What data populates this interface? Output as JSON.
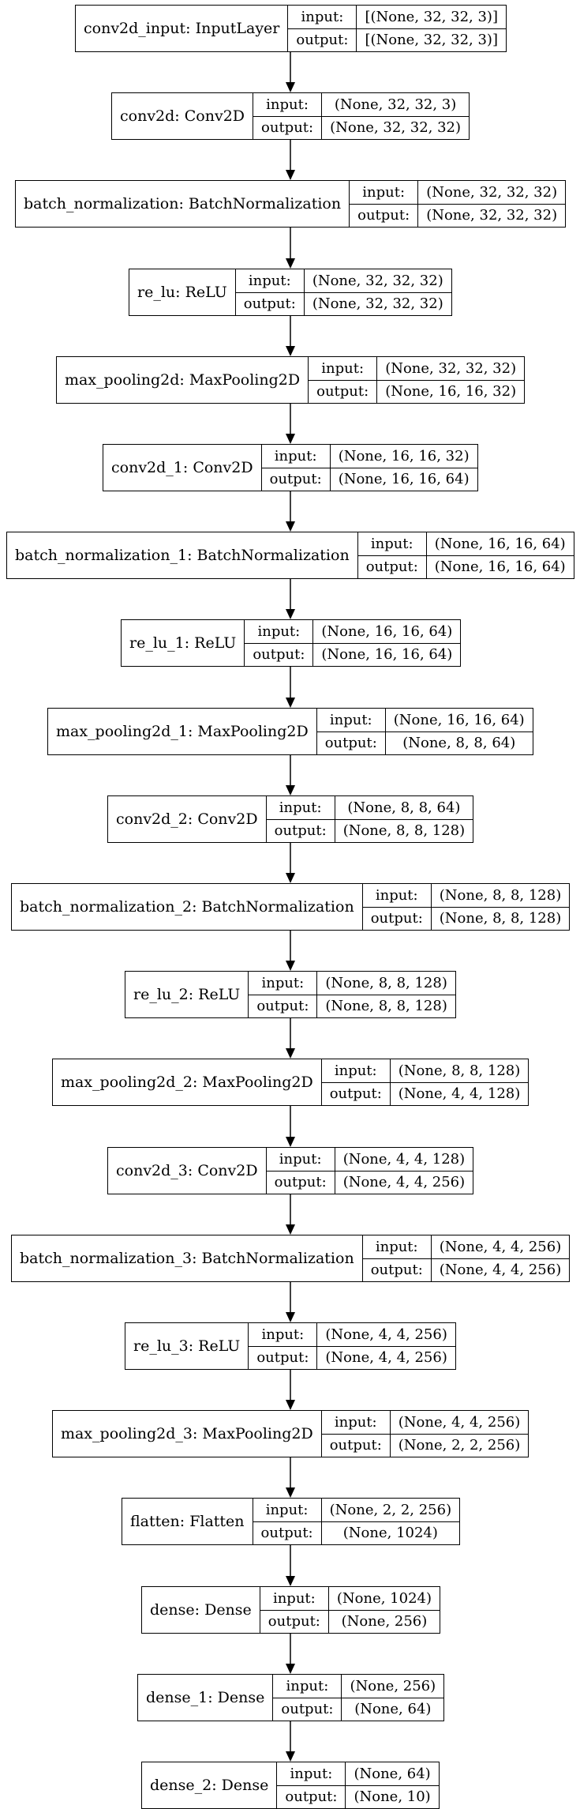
{
  "layers": [
    {
      "name": "conv2d_input: InputLayer",
      "input_label": "input:",
      "output_label": "output:",
      "input": "[(None, 32, 32, 3)]",
      "output": "[(None, 32, 32, 3)]"
    },
    {
      "name": "conv2d: Conv2D",
      "input_label": "input:",
      "output_label": "output:",
      "input": "(None, 32, 32, 3)",
      "output": "(None, 32, 32, 32)"
    },
    {
      "name": "batch_normalization: BatchNormalization",
      "input_label": "input:",
      "output_label": "output:",
      "input": "(None, 32, 32, 32)",
      "output": "(None, 32, 32, 32)"
    },
    {
      "name": "re_lu: ReLU",
      "input_label": "input:",
      "output_label": "output:",
      "input": "(None, 32, 32, 32)",
      "output": "(None, 32, 32, 32)"
    },
    {
      "name": "max_pooling2d: MaxPooling2D",
      "input_label": "input:",
      "output_label": "output:",
      "input": "(None, 32, 32, 32)",
      "output": "(None, 16, 16, 32)"
    },
    {
      "name": "conv2d_1: Conv2D",
      "input_label": "input:",
      "output_label": "output:",
      "input": "(None, 16, 16, 32)",
      "output": "(None, 16, 16, 64)"
    },
    {
      "name": "batch_normalization_1: BatchNormalization",
      "input_label": "input:",
      "output_label": "output:",
      "input": "(None, 16, 16, 64)",
      "output": "(None, 16, 16, 64)"
    },
    {
      "name": "re_lu_1: ReLU",
      "input_label": "input:",
      "output_label": "output:",
      "input": "(None, 16, 16, 64)",
      "output": "(None, 16, 16, 64)"
    },
    {
      "name": "max_pooling2d_1: MaxPooling2D",
      "input_label": "input:",
      "output_label": "output:",
      "input": "(None, 16, 16, 64)",
      "output": "(None, 8, 8, 64)"
    },
    {
      "name": "conv2d_2: Conv2D",
      "input_label": "input:",
      "output_label": "output:",
      "input": "(None, 8, 8, 64)",
      "output": "(None, 8, 8, 128)"
    },
    {
      "name": "batch_normalization_2: BatchNormalization",
      "input_label": "input:",
      "output_label": "output:",
      "input": "(None, 8, 8, 128)",
      "output": "(None, 8, 8, 128)"
    },
    {
      "name": "re_lu_2: ReLU",
      "input_label": "input:",
      "output_label": "output:",
      "input": "(None, 8, 8, 128)",
      "output": "(None, 8, 8, 128)"
    },
    {
      "name": "max_pooling2d_2: MaxPooling2D",
      "input_label": "input:",
      "output_label": "output:",
      "input": "(None, 8, 8, 128)",
      "output": "(None, 4, 4, 128)"
    },
    {
      "name": "conv2d_3: Conv2D",
      "input_label": "input:",
      "output_label": "output:",
      "input": "(None, 4, 4, 128)",
      "output": "(None, 4, 4, 256)"
    },
    {
      "name": "batch_normalization_3: BatchNormalization",
      "input_label": "input:",
      "output_label": "output:",
      "input": "(None, 4, 4, 256)",
      "output": "(None, 4, 4, 256)"
    },
    {
      "name": "re_lu_3: ReLU",
      "input_label": "input:",
      "output_label": "output:",
      "input": "(None, 4, 4, 256)",
      "output": "(None, 4, 4, 256)"
    },
    {
      "name": "max_pooling2d_3: MaxPooling2D",
      "input_label": "input:",
      "output_label": "output:",
      "input": "(None, 4, 4, 256)",
      "output": "(None, 2, 2, 256)"
    },
    {
      "name": "flatten: Flatten",
      "input_label": "input:",
      "output_label": "output:",
      "input": "(None, 2, 2, 256)",
      "output": "(None, 1024)"
    },
    {
      "name": "dense: Dense",
      "input_label": "input:",
      "output_label": "output:",
      "input": "(None, 1024)",
      "output": "(None, 256)"
    },
    {
      "name": "dense_1: Dense",
      "input_label": "input:",
      "output_label": "output:",
      "input": "(None, 256)",
      "output": "(None, 64)"
    },
    {
      "name": "dense_2: Dense",
      "input_label": "input:",
      "output_label": "output:",
      "input": "(None, 64)",
      "output": "(None, 10)"
    }
  ]
}
